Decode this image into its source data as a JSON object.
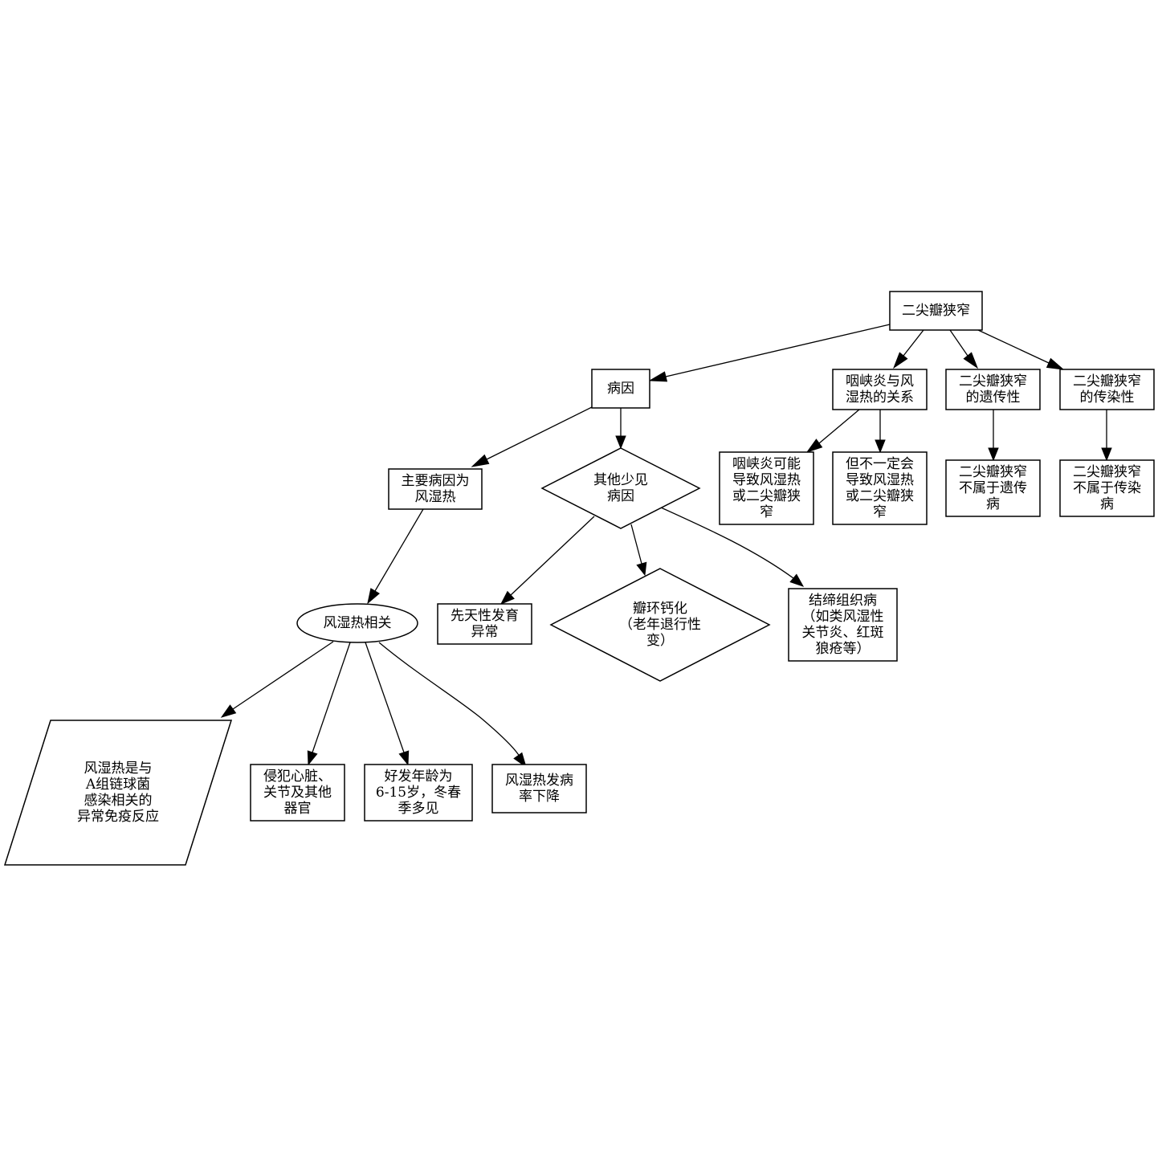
{
  "nodes": [
    {
      "id": "root",
      "shape": "box",
      "lines": [
        "二尖瓣狭窄"
      ]
    },
    {
      "id": "cause",
      "shape": "box",
      "lines": [
        "病因"
      ]
    },
    {
      "id": "pharyngitis",
      "shape": "box",
      "lines": [
        "咽峡炎与风",
        "湿热的关系"
      ]
    },
    {
      "id": "heredity",
      "shape": "box",
      "lines": [
        "二尖瓣狭窄",
        "的遗传性"
      ]
    },
    {
      "id": "infectivity",
      "shape": "box",
      "lines": [
        "二尖瓣狭窄",
        "的传染性"
      ]
    },
    {
      "id": "main_cause",
      "shape": "box",
      "lines": [
        "主要病因为",
        "风湿热"
      ]
    },
    {
      "id": "other_cause",
      "shape": "diamond",
      "lines": [
        "其他少见",
        "病因"
      ]
    },
    {
      "id": "pharyngitis_may",
      "shape": "box",
      "lines": [
        "咽峡炎可能",
        "导致风湿热",
        "或二尖瓣狭",
        "窄"
      ]
    },
    {
      "id": "pharyngitis_not",
      "shape": "box",
      "lines": [
        "但不一定会",
        "导致风湿热",
        "或二尖瓣狭",
        "窄"
      ]
    },
    {
      "id": "not_hereditary",
      "shape": "box",
      "lines": [
        "二尖瓣狭窄",
        "不属于遗传",
        "病"
      ]
    },
    {
      "id": "not_infectious",
      "shape": "box",
      "lines": [
        "二尖瓣狭窄",
        "不属于传染",
        "病"
      ]
    },
    {
      "id": "rheumatic",
      "shape": "ellipse",
      "lines": [
        "风湿热相关"
      ]
    },
    {
      "id": "congenital",
      "shape": "box",
      "lines": [
        "先天性发育",
        "异常"
      ]
    },
    {
      "id": "calcification",
      "shape": "diamond",
      "lines": [
        "瓣环钙化",
        "（老年退行性",
        "变）"
      ]
    },
    {
      "id": "connective",
      "shape": "box",
      "lines": [
        "结缔组织病",
        "（如类风湿性",
        "关节炎、红斑",
        "狼疮等）"
      ]
    },
    {
      "id": "immune",
      "shape": "parallelogram",
      "lines": [
        "风湿热是与",
        "A组链球菌",
        "感染相关的",
        "异常免疫反应"
      ]
    },
    {
      "id": "organs",
      "shape": "box",
      "lines": [
        "侵犯心脏、",
        "关节及其他",
        "器官"
      ]
    },
    {
      "id": "age",
      "shape": "box",
      "lines": [
        "好发年龄为",
        "6-15岁，冬春",
        "季多见"
      ]
    },
    {
      "id": "decline",
      "shape": "box",
      "lines": [
        "风湿热发病",
        "率下降"
      ]
    }
  ],
  "edges": [
    {
      "from": "root",
      "to": "cause"
    },
    {
      "from": "root",
      "to": "pharyngitis"
    },
    {
      "from": "root",
      "to": "heredity"
    },
    {
      "from": "root",
      "to": "infectivity"
    },
    {
      "from": "cause",
      "to": "main_cause"
    },
    {
      "from": "cause",
      "to": "other_cause"
    },
    {
      "from": "pharyngitis",
      "to": "pharyngitis_may"
    },
    {
      "from": "pharyngitis",
      "to": "pharyngitis_not"
    },
    {
      "from": "heredity",
      "to": "not_hereditary"
    },
    {
      "from": "infectivity",
      "to": "not_infectious"
    },
    {
      "from": "main_cause",
      "to": "rheumatic"
    },
    {
      "from": "other_cause",
      "to": "congenital"
    },
    {
      "from": "other_cause",
      "to": "calcification"
    },
    {
      "from": "other_cause",
      "to": "connective"
    },
    {
      "from": "rheumatic",
      "to": "immune"
    },
    {
      "from": "rheumatic",
      "to": "organs"
    },
    {
      "from": "rheumatic",
      "to": "age"
    },
    {
      "from": "rheumatic",
      "to": "decline"
    }
  ]
}
